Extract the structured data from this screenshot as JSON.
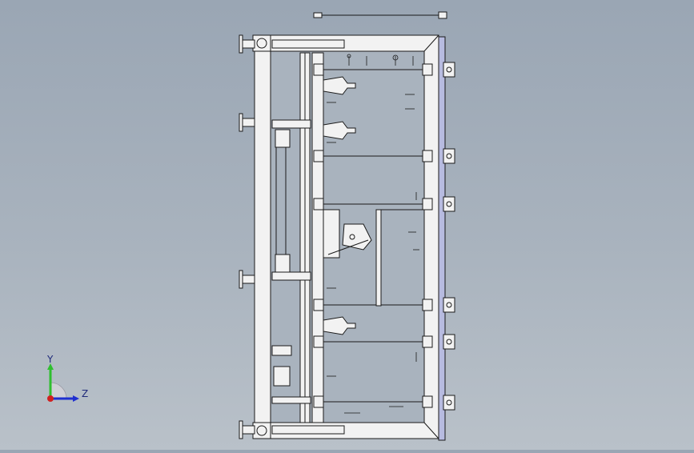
{
  "view": {
    "type": "cad-assembly-drawing",
    "background_top": "#9aa6b4",
    "background_bottom": "#b9c1c9"
  },
  "triad": {
    "y_label": "Y",
    "z_label": "Z",
    "y_color": "#2fbf2f",
    "z_color": "#1f2fd0",
    "origin_color": "#d02020"
  },
  "colors": {
    "line": "#1a1a1a",
    "part_fill": "#f2f2f2",
    "plate_fill": "#b7bbe0"
  }
}
